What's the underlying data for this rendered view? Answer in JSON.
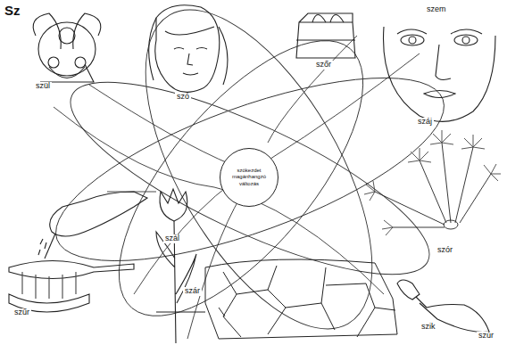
{
  "diagram": {
    "title": "Sz",
    "nodes": [
      {
        "text": [
          "szókezdet magánhangzó változás"
        ]
      }
    ],
    "labels": [
      "szül",
      "szó",
      "szőr",
      "szem",
      "száj",
      "szór",
      "szűr",
      "szál",
      "szár",
      "szik",
      "szúr"
    ]
  }
}
